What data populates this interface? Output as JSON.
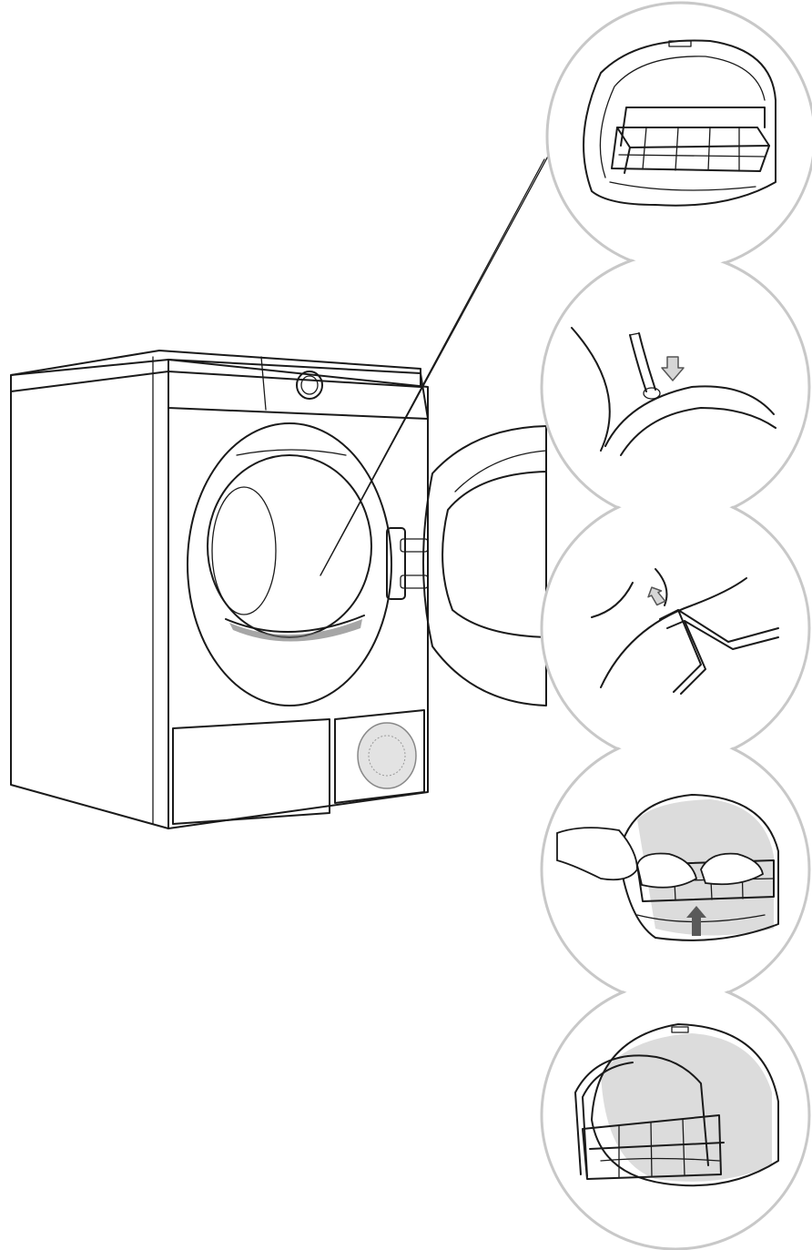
{
  "illustration": {
    "subject": "",
    "steps": [
      {
        "id": "step-1",
        "icon": "drying-rack-in-drum-icon"
      },
      {
        "id": "step-2",
        "icon": "rack-leg-hook-icon"
      },
      {
        "id": "step-3",
        "icon": "rack-hook-on-seal-icon"
      },
      {
        "id": "step-4",
        "icon": "shoes-on-rack-icon"
      },
      {
        "id": "step-5",
        "icon": "rack-installed-icon"
      }
    ],
    "colors": {
      "line": "#1a1a1a",
      "halo": "#c8c8c8",
      "fill": "#dcdcdc"
    }
  }
}
